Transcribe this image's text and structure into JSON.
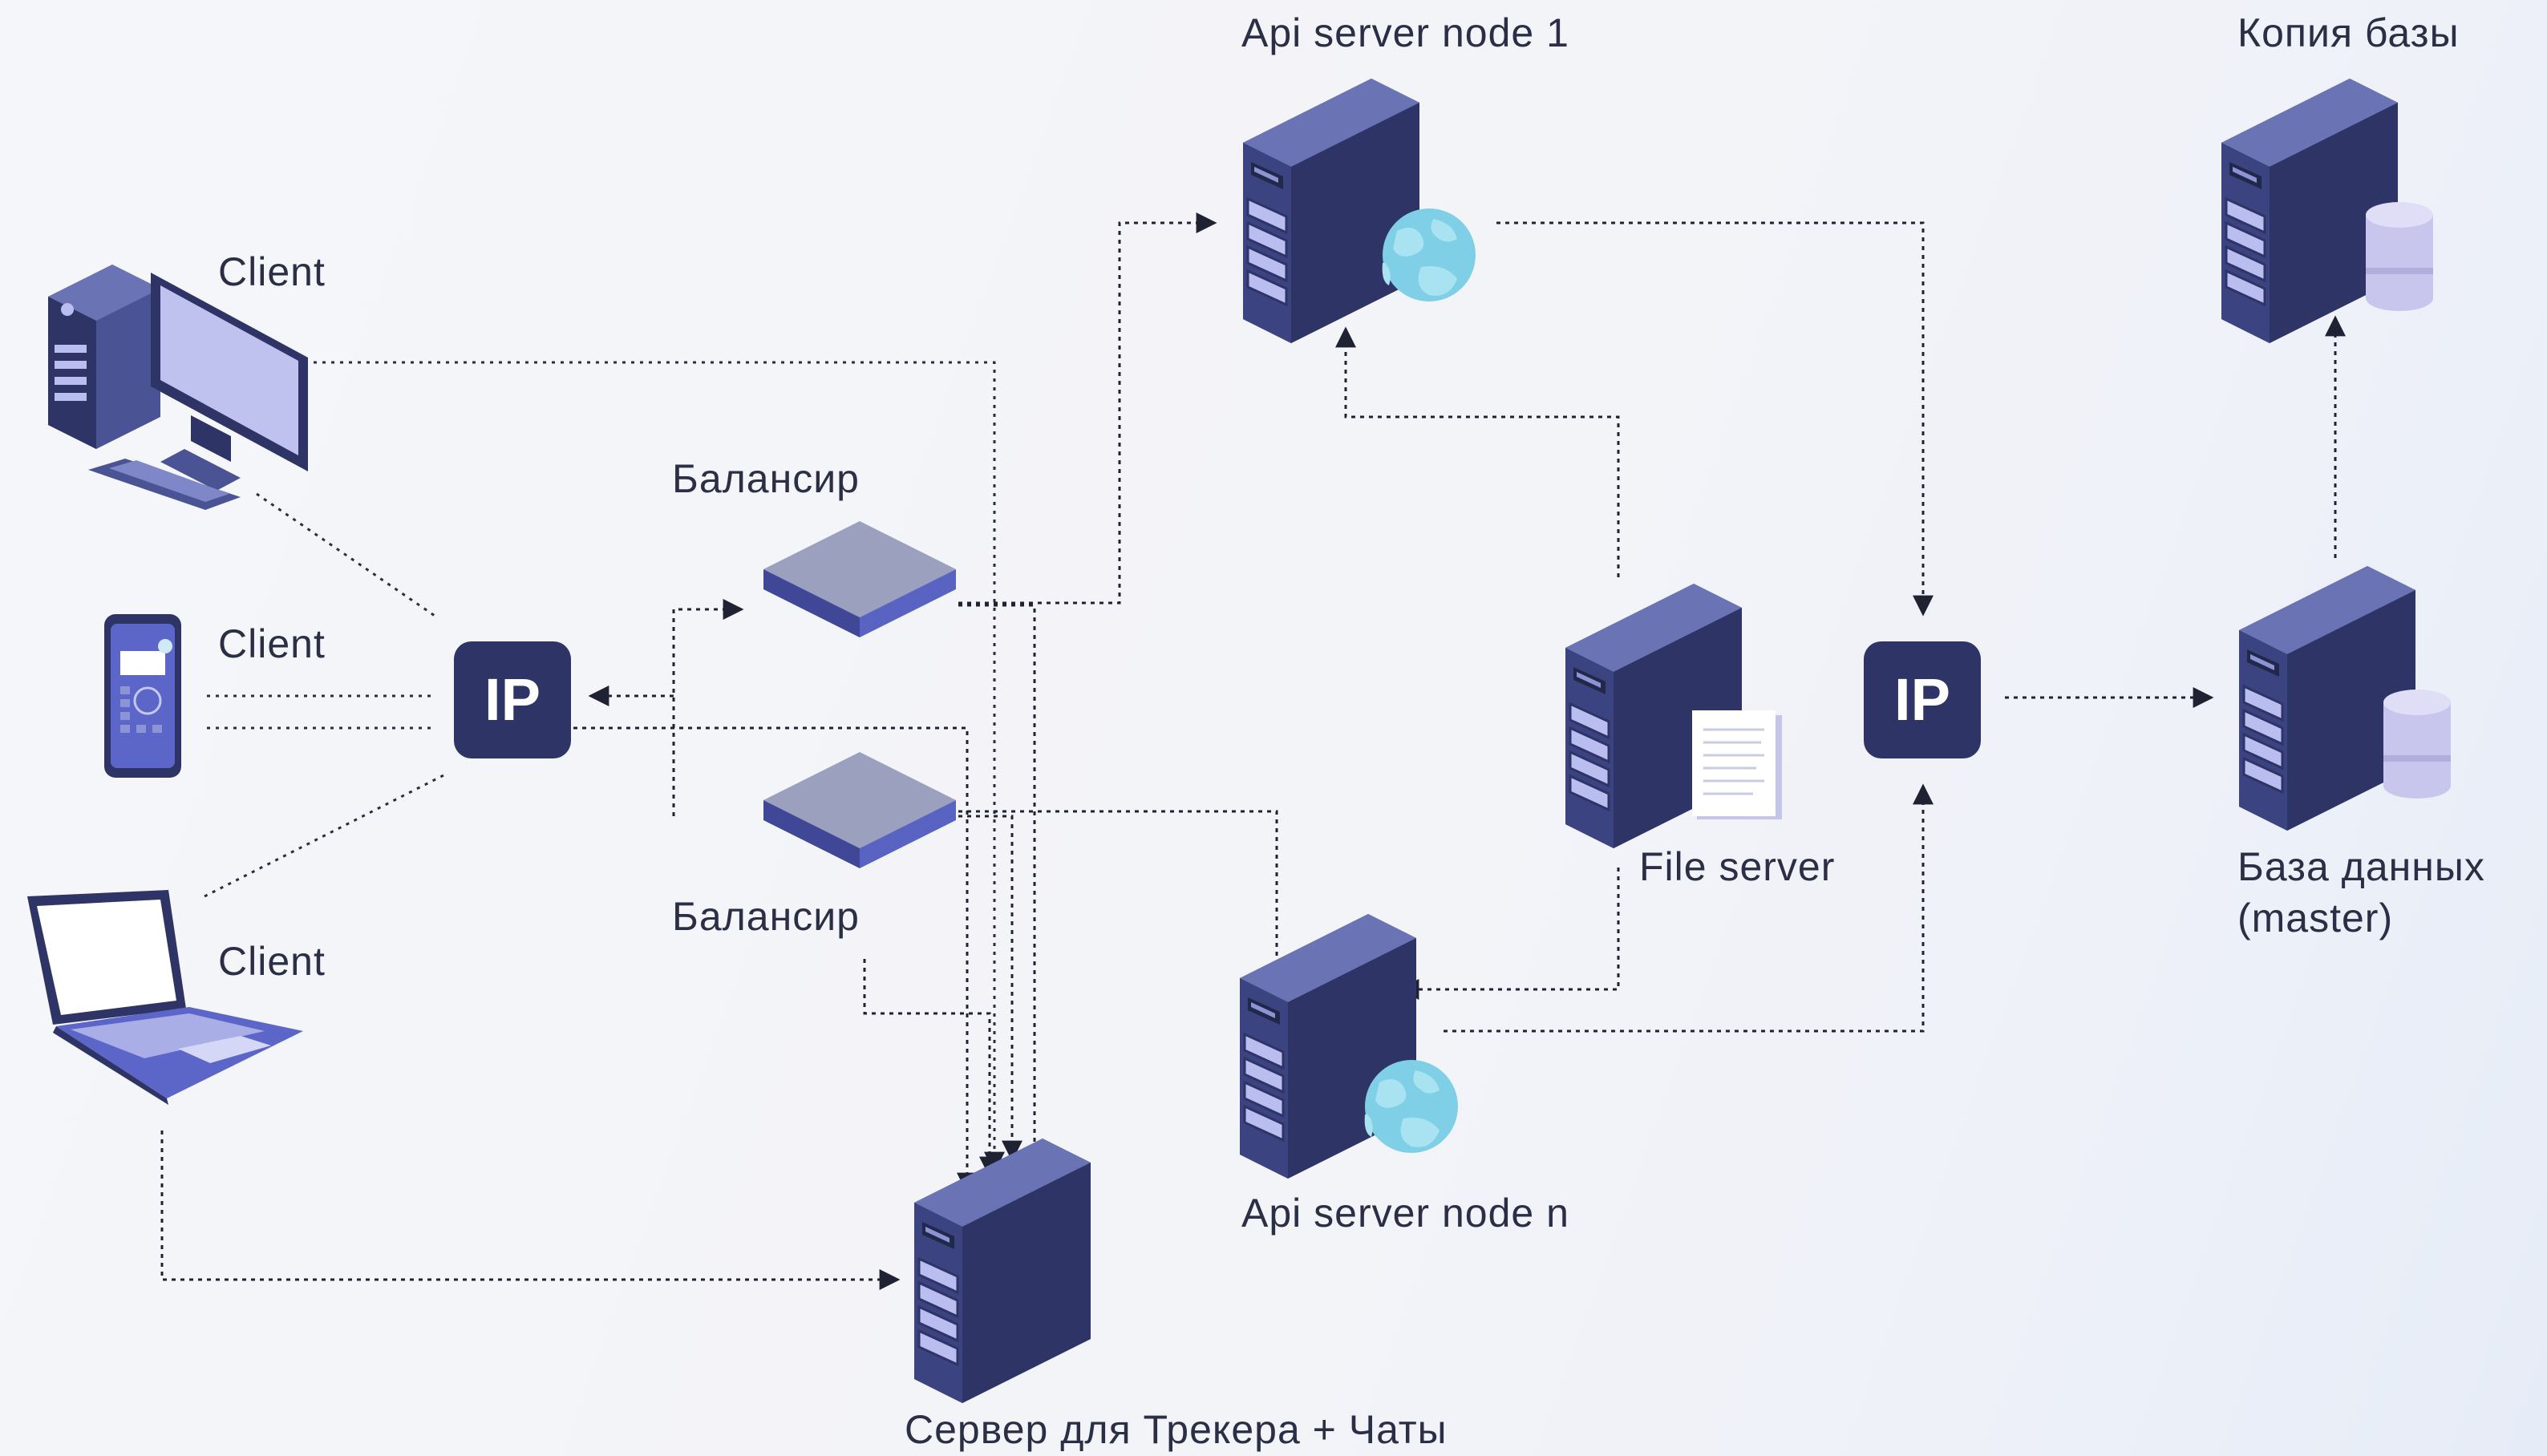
{
  "labels": {
    "api_node_1": "Api server node 1",
    "api_node_n": "Api server node n",
    "db_copy": "Копия базы",
    "db_master_line1": "База данных",
    "db_master_line2": "(master)",
    "file_server": "File server",
    "balancer_top": "Балансир",
    "balancer_bottom": "Балансир",
    "tracker_server": "Сервер для Трекера + Чаты",
    "client_desktop": "Client",
    "client_phone": "Client",
    "client_laptop": "Client",
    "ip_left": "IP",
    "ip_right": "IP"
  },
  "colors": {
    "server_front": "#2e3566",
    "server_side": "#4a5494",
    "server_top": "#6a74b5",
    "ip_box": "#2e3566",
    "balancer_top": "#9aa0be",
    "balancer_side": "#4d56a8",
    "globe": "#7fd0e6",
    "db_cylinder": "#c9c6ee",
    "connector": "#1f2233"
  },
  "icons": [
    "desktop-computer-icon",
    "smartphone-icon",
    "laptop-icon",
    "server-icon",
    "globe-icon",
    "database-icon",
    "document-icon",
    "balancer-icon"
  ]
}
